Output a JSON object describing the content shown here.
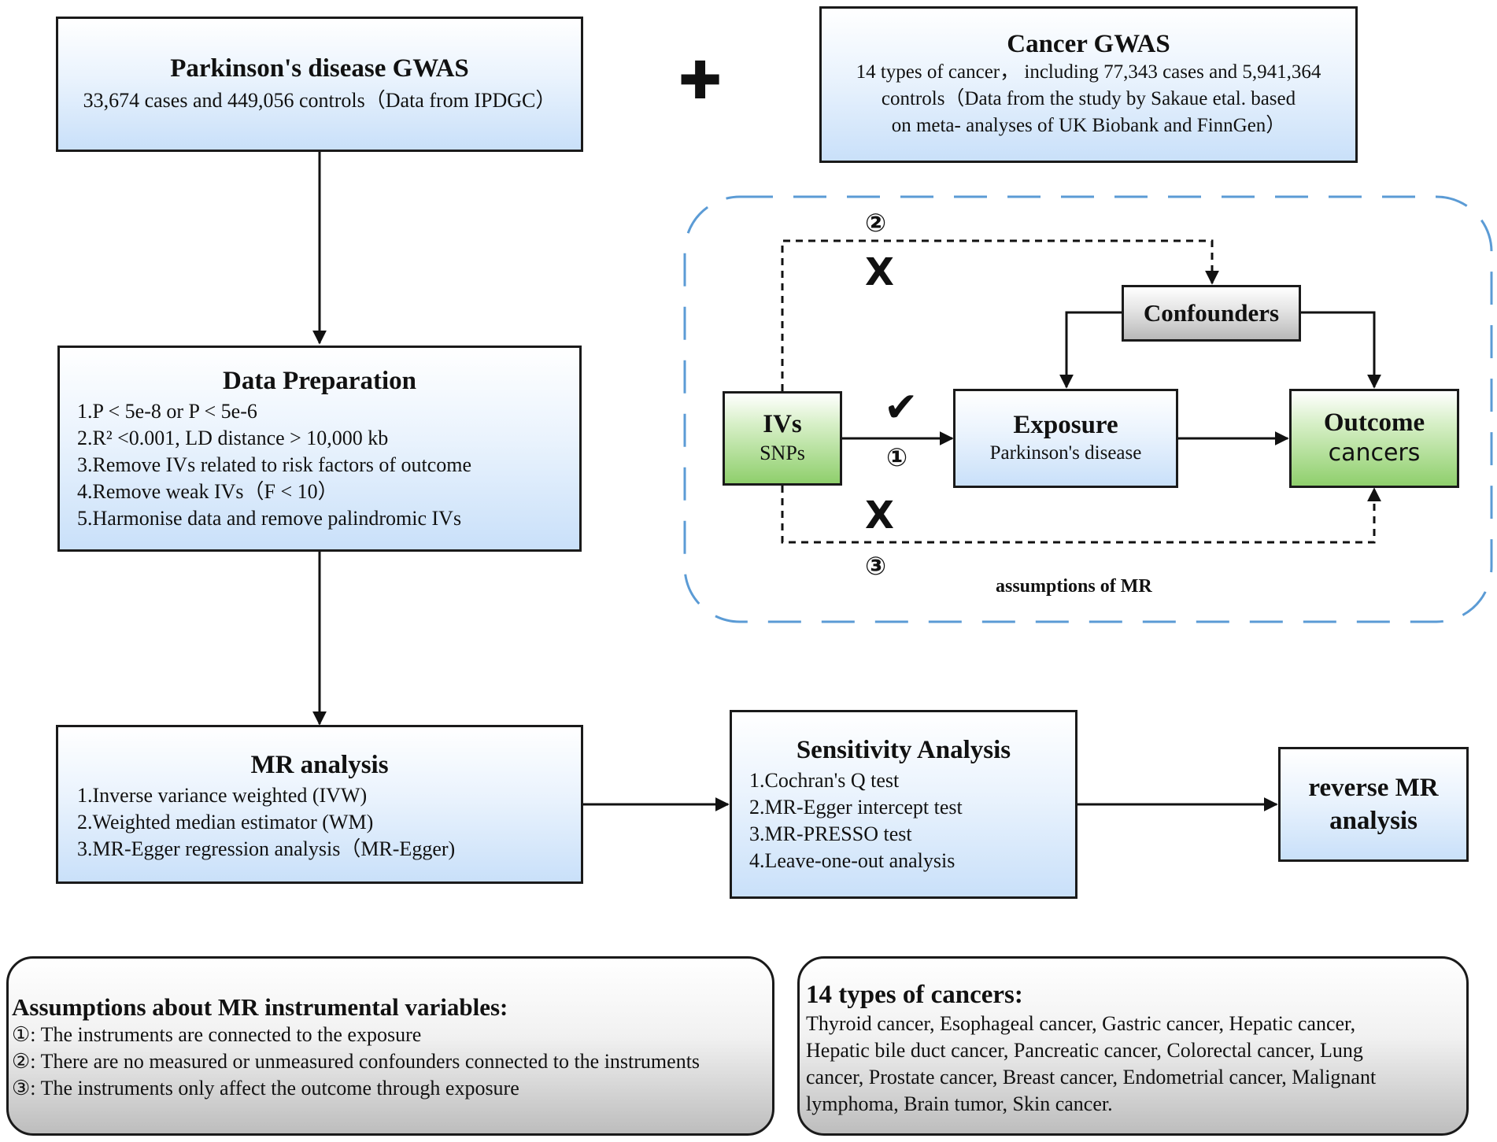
{
  "pd_gwas": {
    "title": "Parkinson's disease GWAS",
    "detail": "33,674 cases and 449,056 controls（Data from IPDGC）"
  },
  "cancer_gwas": {
    "title": "Cancer GWAS",
    "lines": [
      "14 types of cancer， including 77,343 cases and 5,941,364",
      "controls（Data from the study by Sakaue etal. based",
      "on meta- analyses of UK Biobank and FinnGen）"
    ]
  },
  "data_prep": {
    "title": "Data Preparation",
    "items": [
      "1.P < 5e-8 or P < 5e-6",
      "2.R² <0.001, LD distance > 10,000 kb",
      "3.Remove IVs related to risk factors of outcome",
      "4.Remove weak IVs（F < 10）",
      "5.Harmonise data and remove palindromic IVs"
    ]
  },
  "mr_analysis": {
    "title": "MR analysis",
    "items": [
      "1.Inverse variance weighted (IVW)",
      "2.Weighted median estimator (WM)",
      "3.MR-Egger regression analysis（MR-Egger)"
    ]
  },
  "sensitivity": {
    "title": "Sensitivity Analysis",
    "items": [
      "1.Cochran's Q test",
      "2.MR-Egger intercept test",
      "3.MR-PRESSO test",
      "4.Leave-one-out analysis"
    ]
  },
  "reverse_mr": {
    "line1": "reverse MR",
    "line2": "analysis"
  },
  "mr_diagram": {
    "ivs_title": "IVs",
    "ivs_sub": "SNPs",
    "exposure_title": "Exposure",
    "exposure_sub": "Parkinson's disease",
    "outcome_title": "Outcome",
    "outcome_sub": "cancers",
    "confounders": "Confounders",
    "caption": "assumptions of MR",
    "marker1": "①",
    "marker2": "②",
    "marker3": "③",
    "check": "✔",
    "cross": "X"
  },
  "plus_symbol": "✚",
  "assumptions_panel": {
    "title": "Assumptions about MR instrumental variables:",
    "items": [
      "①: The instruments are connected to the exposure",
      "②: There are no measured or unmeasured confounders connected to the instruments",
      "③: The instruments only affect the outcome through exposure"
    ]
  },
  "cancers_panel": {
    "title": "14 types of cancers:",
    "lines": [
      "Thyroid cancer, Esophageal cancer, Gastric cancer, Hepatic cancer,",
      "Hepatic bile duct cancer, Pancreatic cancer, Colorectal cancer, Lung",
      "cancer, Prostate cancer, Breast cancer, Endometrial cancer, Malignant",
      "lymphoma, Brain tumor, Skin cancer."
    ]
  },
  "colors": {
    "dashed_frame": "#5b9bd5",
    "box_blue": "#c9e0f9",
    "box_green": "#8fcf6c",
    "box_grey": "#b9b9b9",
    "border": "#1a1a1a"
  }
}
